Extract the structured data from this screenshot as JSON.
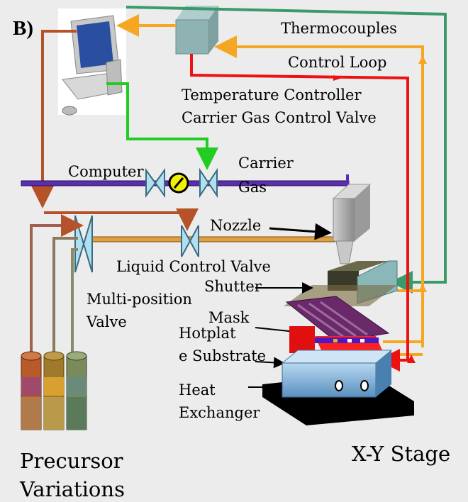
{
  "panel_label": "B)",
  "labels": {
    "thermocouples": "Thermocouples",
    "control_loop": "Control Loop",
    "temperature_controller": "Temperature Controller",
    "carrier_gas_control_valve": "Carrier Gas Control Valve",
    "computer": "Computer",
    "carrier_line1": "Carrier",
    "carrier_line2": "Gas",
    "nozzle": "Nozzle",
    "liquid_control_valve": "Liquid Control Valve",
    "shutter": "Shutter",
    "multi_position_line1": "Multi-position",
    "multi_position_line2": "Valve",
    "mask": "Mask",
    "hotplate_line1": "Hotplat",
    "hotplate_line2": "e Substrate",
    "heat_line1": "Heat",
    "heat_line2": "Exchanger",
    "xy_stage": "X-Y Stage",
    "precursor_line1": "Precursor",
    "precursor_line2": "Variations"
  },
  "colors": {
    "brown_line": "#b5522a",
    "orange_line": "#f5a623",
    "red_line": "#ee1111",
    "green_line": "#22cc22",
    "teal_line": "#3a9a6a",
    "gas_pipe": "#5b2db0",
    "liquid_pipe": "#e0a040"
  }
}
